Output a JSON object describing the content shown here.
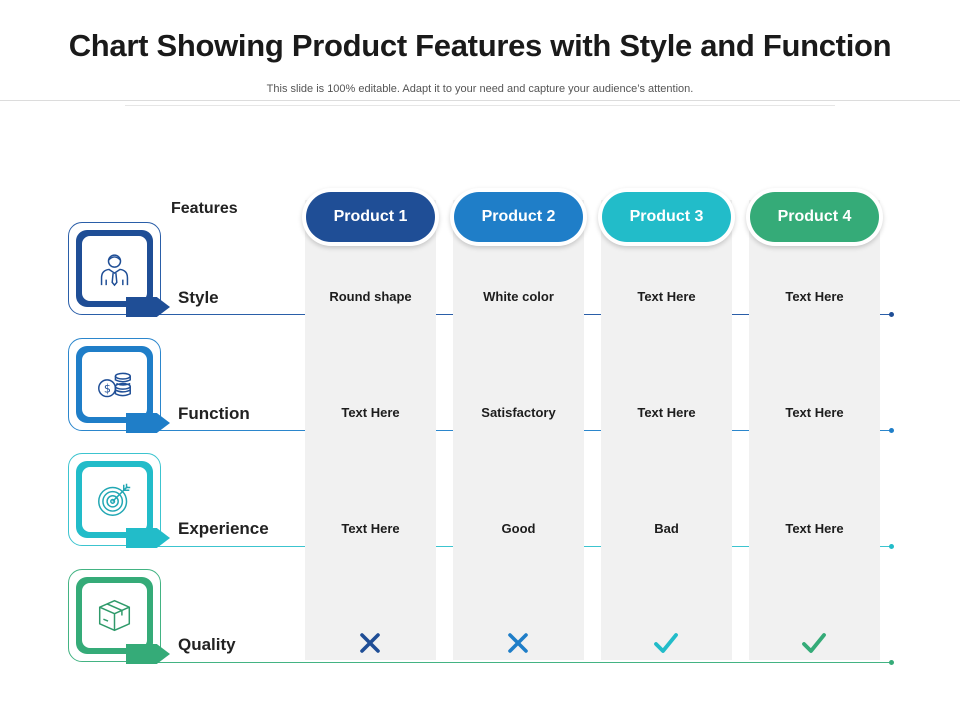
{
  "title": "Chart Showing Product Features with Style and Function",
  "subtitle": "This slide is 100% editable. Adapt it to your need and capture your audience’s attention.",
  "features_header": "Features",
  "colors": {
    "product_1": "#1f4e96",
    "product_2": "#1f7ec8",
    "product_3": "#22bcc9",
    "product_4": "#35ab78",
    "cross": "#1f5a9e",
    "check": "#2bbfb2"
  },
  "features": [
    {
      "label": "Style",
      "icon": "businessman-icon"
    },
    {
      "label": "Function",
      "icon": "coins-dollar-icon"
    },
    {
      "label": "Experience",
      "icon": "target-arrow-icon"
    },
    {
      "label": "Quality",
      "icon": "box-package-icon"
    }
  ],
  "products": [
    {
      "name": "Product 1",
      "values": [
        "Round shape",
        "Text Here",
        "Text Here"
      ],
      "quality": "cross"
    },
    {
      "name": "Product 2",
      "values": [
        "White color",
        "Satisfactory",
        "Good"
      ],
      "quality": "cross"
    },
    {
      "name": "Product 3",
      "values": [
        "Text Here",
        "Text Here",
        "Bad"
      ],
      "quality": "check"
    },
    {
      "name": "Product 4",
      "values": [
        "Text Here",
        "Text Here",
        "Text Here"
      ],
      "quality": "check"
    }
  ]
}
